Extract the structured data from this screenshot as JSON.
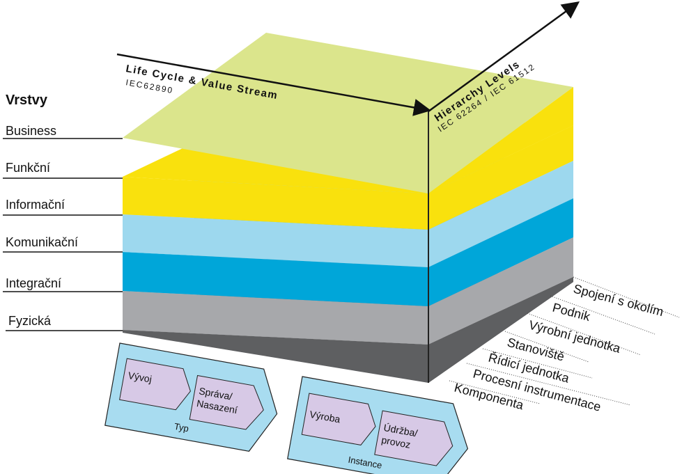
{
  "title": "Vrstvy",
  "layers": [
    {
      "label": "Business",
      "color": "#dbe58c"
    },
    {
      "label": "Funkční",
      "color": "#f9e10d"
    },
    {
      "label": "Informační",
      "color": "#9dd8ee"
    },
    {
      "label": "Komunikační",
      "color": "#00a6d9"
    },
    {
      "label": "Integrační",
      "color": "#a7a8ab"
    },
    {
      "label": "Fyzická",
      "color": "#5e5f61"
    }
  ],
  "axes": {
    "life_cycle": {
      "label": "Life Cycle & Value Stream",
      "standard": "IEC62890"
    },
    "hierarchy": {
      "label": "Hierarchy Levels",
      "standard": "IEC 62264 / IEC 61512"
    }
  },
  "hierarchy_levels": [
    "Spojení s okolím",
    "Podnik",
    "Výrobní jednotka",
    "Stanoviště",
    "Řídicí jednotka",
    "Procesní instrumentace",
    "Komponenta"
  ],
  "life_cycle_groups": [
    {
      "label": "Typ",
      "steps": [
        "Vývoj",
        "Správa/\nNasazení"
      ]
    },
    {
      "label": "Instance",
      "steps": [
        "Výroba",
        "Údržba/\nprovoz"
      ]
    }
  ],
  "colors": {
    "arrow_bg": "#a8dcf0",
    "step_bg": "#d7c9e6",
    "edge": "#222222"
  }
}
